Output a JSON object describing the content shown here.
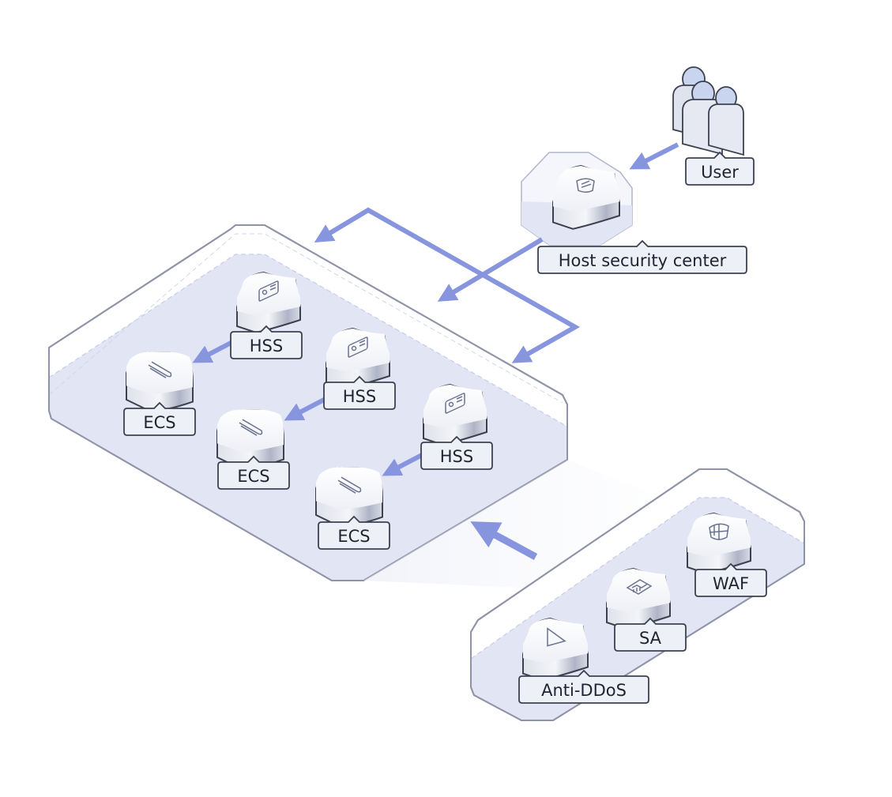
{
  "colors": {
    "arrow": "#8794de",
    "platform_fill": "#e2e5f3",
    "platform_stroke": "#8e93a8",
    "label_fill": "#eef0f7",
    "label_stroke": "#3c4150",
    "text": "#1f2430"
  },
  "nodes": {
    "user": {
      "label": "User",
      "icon": "users-icon"
    },
    "hsc": {
      "label": "Host security center",
      "icon": "shield-icon"
    },
    "hss1": {
      "label": "HSS",
      "icon": "server-card-icon"
    },
    "hss2": {
      "label": "HSS",
      "icon": "server-card-icon"
    },
    "hss3": {
      "label": "HSS",
      "icon": "server-card-icon"
    },
    "ecs1": {
      "label": "ECS",
      "icon": "paperclip-icon"
    },
    "ecs2": {
      "label": "ECS",
      "icon": "paperclip-icon"
    },
    "ecs3": {
      "label": "ECS",
      "icon": "paperclip-icon"
    },
    "antiddos": {
      "label": "Anti-DDoS",
      "icon": "triangle-play-icon"
    },
    "sa": {
      "label": "SA",
      "icon": "chart-icon"
    },
    "waf": {
      "label": "WAF",
      "icon": "brick-shield-icon"
    }
  },
  "edges": [
    {
      "from": "user",
      "to": "hsc"
    },
    {
      "from": "hsc",
      "to": "ecs-platform"
    },
    {
      "from": "hsc",
      "to": "ecs-platform",
      "bidirectional": true
    },
    {
      "from": "hss1",
      "to": "ecs1"
    },
    {
      "from": "hss2",
      "to": "ecs2"
    },
    {
      "from": "hss3",
      "to": "ecs3"
    },
    {
      "from": "security-platform",
      "to": "ecs-platform"
    }
  ]
}
